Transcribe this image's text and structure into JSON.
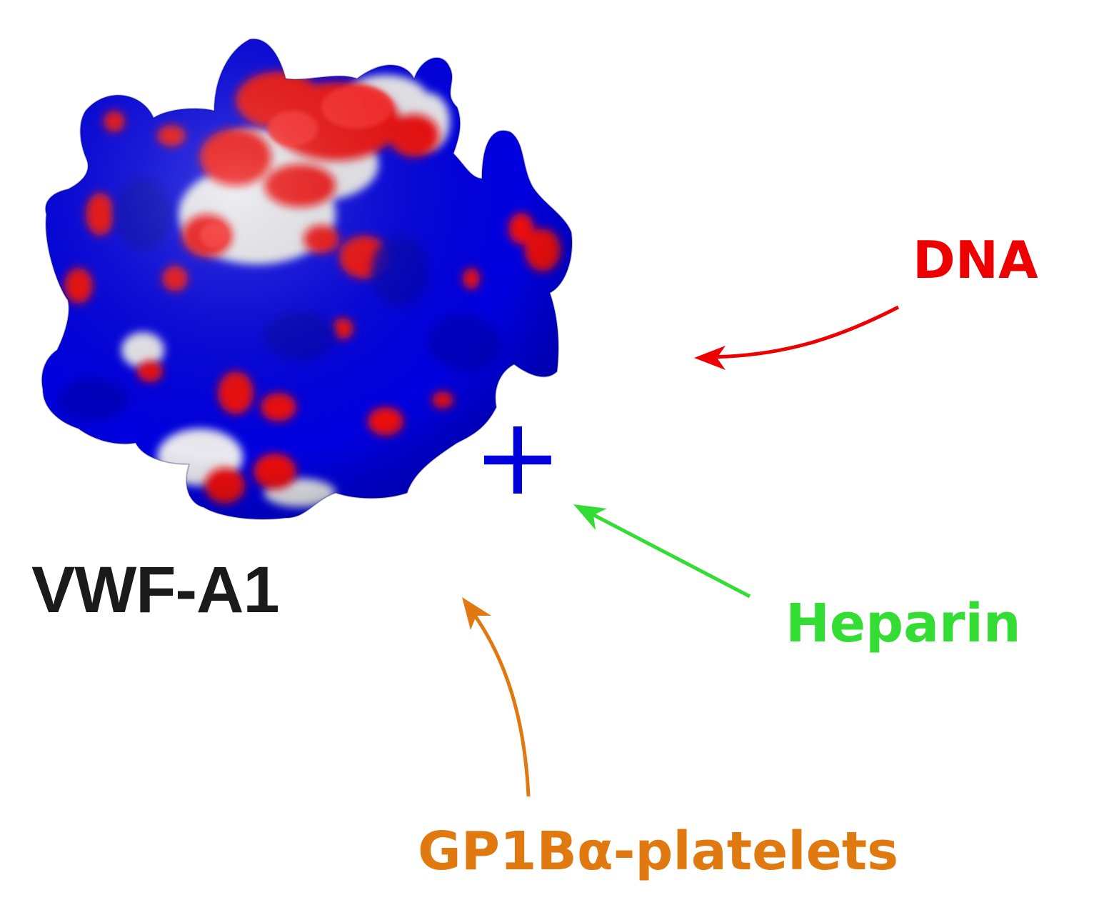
{
  "protein": {
    "label": "VWF-A1",
    "label_color": "#1a1a1a",
    "surface": "electrostatic-surface",
    "positive_color": "#0000e0",
    "negative_color": "#ee1111",
    "neutral_color": "#e6e6ea"
  },
  "charge": {
    "sign": "+",
    "color": "#0000dd"
  },
  "ligands": [
    {
      "id": "dna",
      "label": "DNA",
      "color": "#ee0000"
    },
    {
      "id": "heparin",
      "label": "Heparin",
      "color": "#33dd33"
    },
    {
      "id": "gp1b",
      "label": "GP1Bα-platelets",
      "color": "#e07a10"
    }
  ]
}
